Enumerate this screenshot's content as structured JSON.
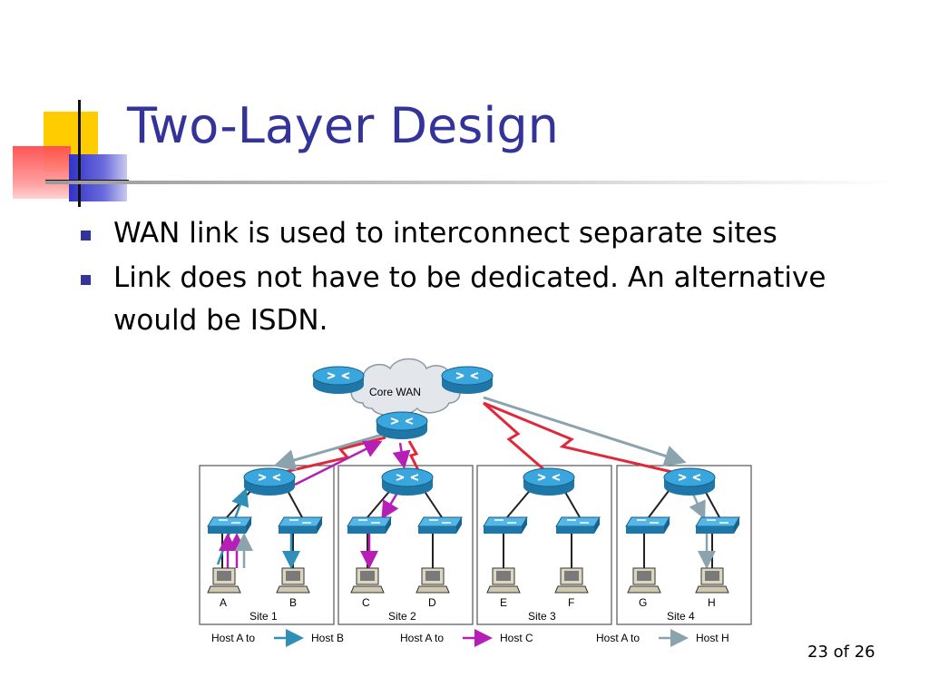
{
  "slide": {
    "title": "Two-Layer Design",
    "bullets": [
      "WAN link is used to interconnect separate sites",
      "Link does not have to be dedicated. An alternative would be ISDN."
    ],
    "page_number": "23 of 26"
  },
  "diagram": {
    "cloud_label": "Core WAN",
    "sites": [
      {
        "label": "Site 1",
        "hosts": [
          "A",
          "B"
        ]
      },
      {
        "label": "Site 2",
        "hosts": [
          "C",
          "D"
        ]
      },
      {
        "label": "Site 3",
        "hosts": [
          "E",
          "F"
        ]
      },
      {
        "label": "Site 4",
        "hosts": [
          "G",
          "H"
        ]
      }
    ],
    "legend": [
      {
        "from": "Host A to",
        "to": "Host B",
        "color": "#2f8fb6"
      },
      {
        "from": "Host A to",
        "to": "Host C",
        "color": "#b51fb5"
      },
      {
        "from": "Host A to",
        "to": "Host H",
        "color": "#8aa3ad"
      }
    ],
    "colors": {
      "title": "#333399",
      "wan_link": "#e0283a",
      "router": "#2a8fc4",
      "switch": "#2a8fc4"
    }
  }
}
